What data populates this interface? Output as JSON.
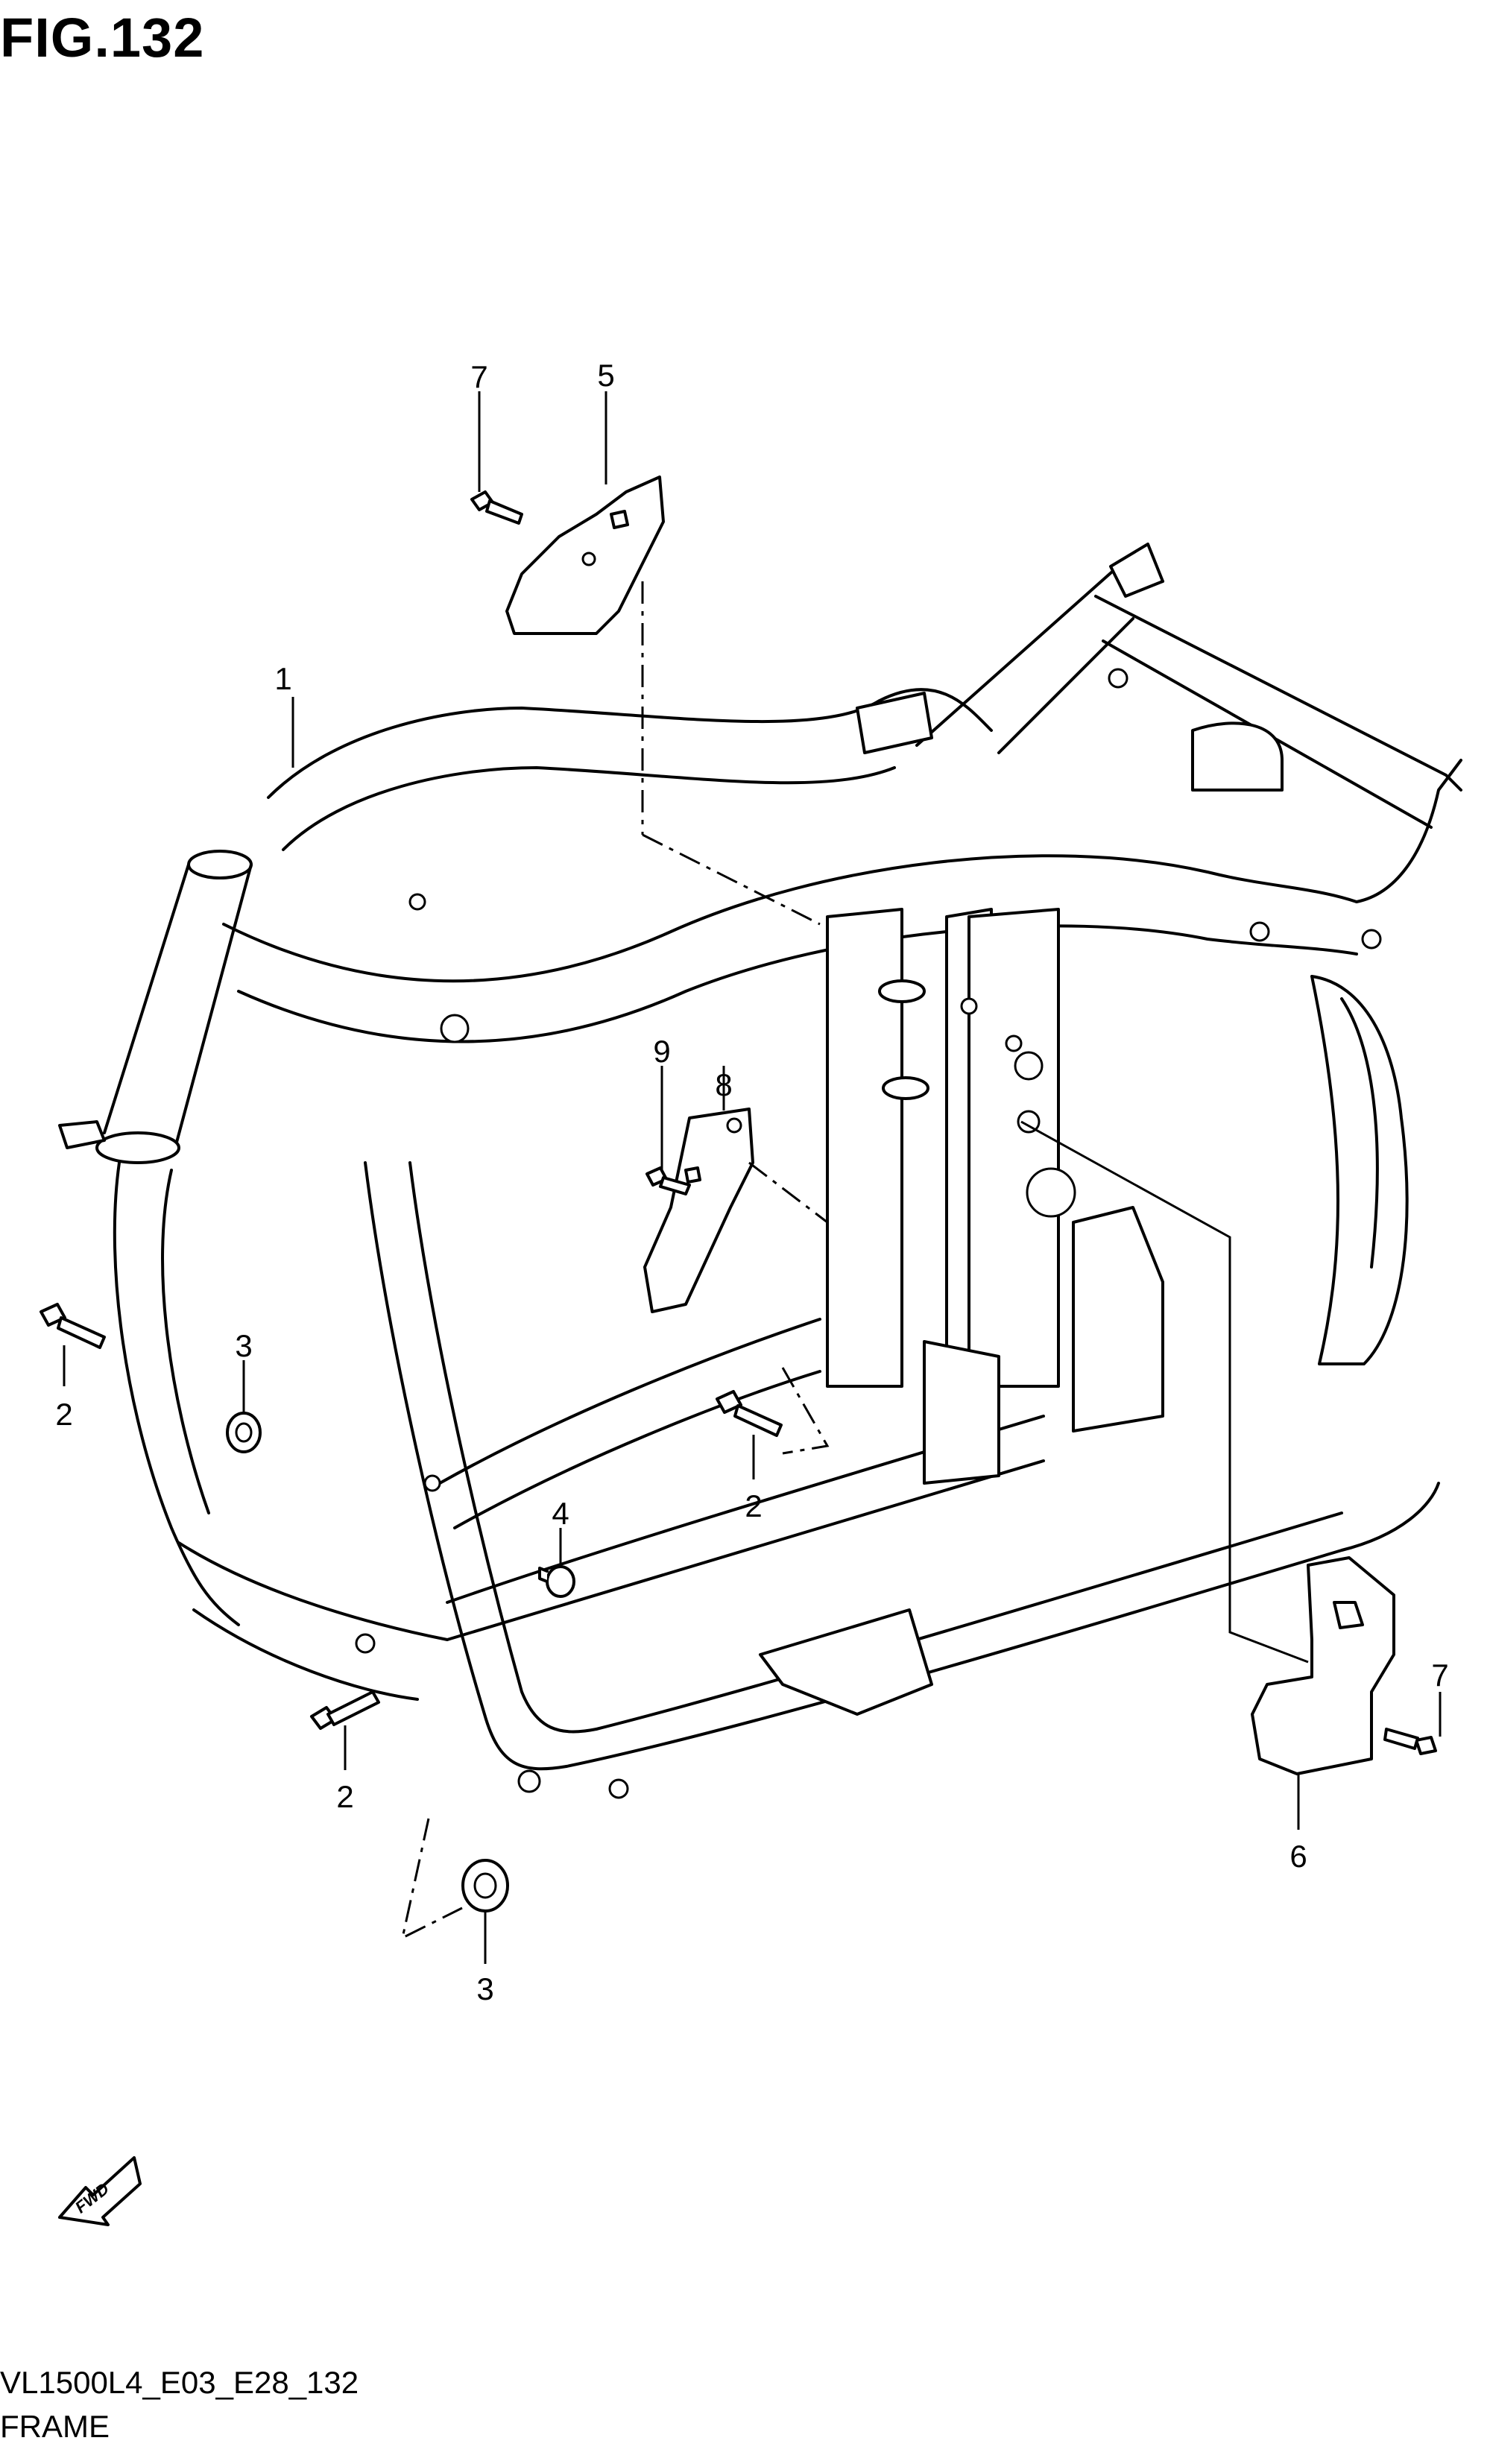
{
  "figure": {
    "title": "FIG.132",
    "code": "VL1500L4_E03_E28_132",
    "caption": "FRAME"
  },
  "callouts": [
    {
      "id": "c1",
      "label": "1"
    },
    {
      "id": "c2a",
      "label": "2"
    },
    {
      "id": "c2b",
      "label": "2"
    },
    {
      "id": "c2c",
      "label": "2"
    },
    {
      "id": "c3a",
      "label": "3"
    },
    {
      "id": "c3b",
      "label": "3"
    },
    {
      "id": "c4",
      "label": "4"
    },
    {
      "id": "c5",
      "label": "5"
    },
    {
      "id": "c6",
      "label": "6"
    },
    {
      "id": "c7a",
      "label": "7"
    },
    {
      "id": "c7b",
      "label": "7"
    },
    {
      "id": "c8",
      "label": "8"
    },
    {
      "id": "c9",
      "label": "9"
    }
  ],
  "fwd_arrow": {
    "label": "FWD"
  }
}
